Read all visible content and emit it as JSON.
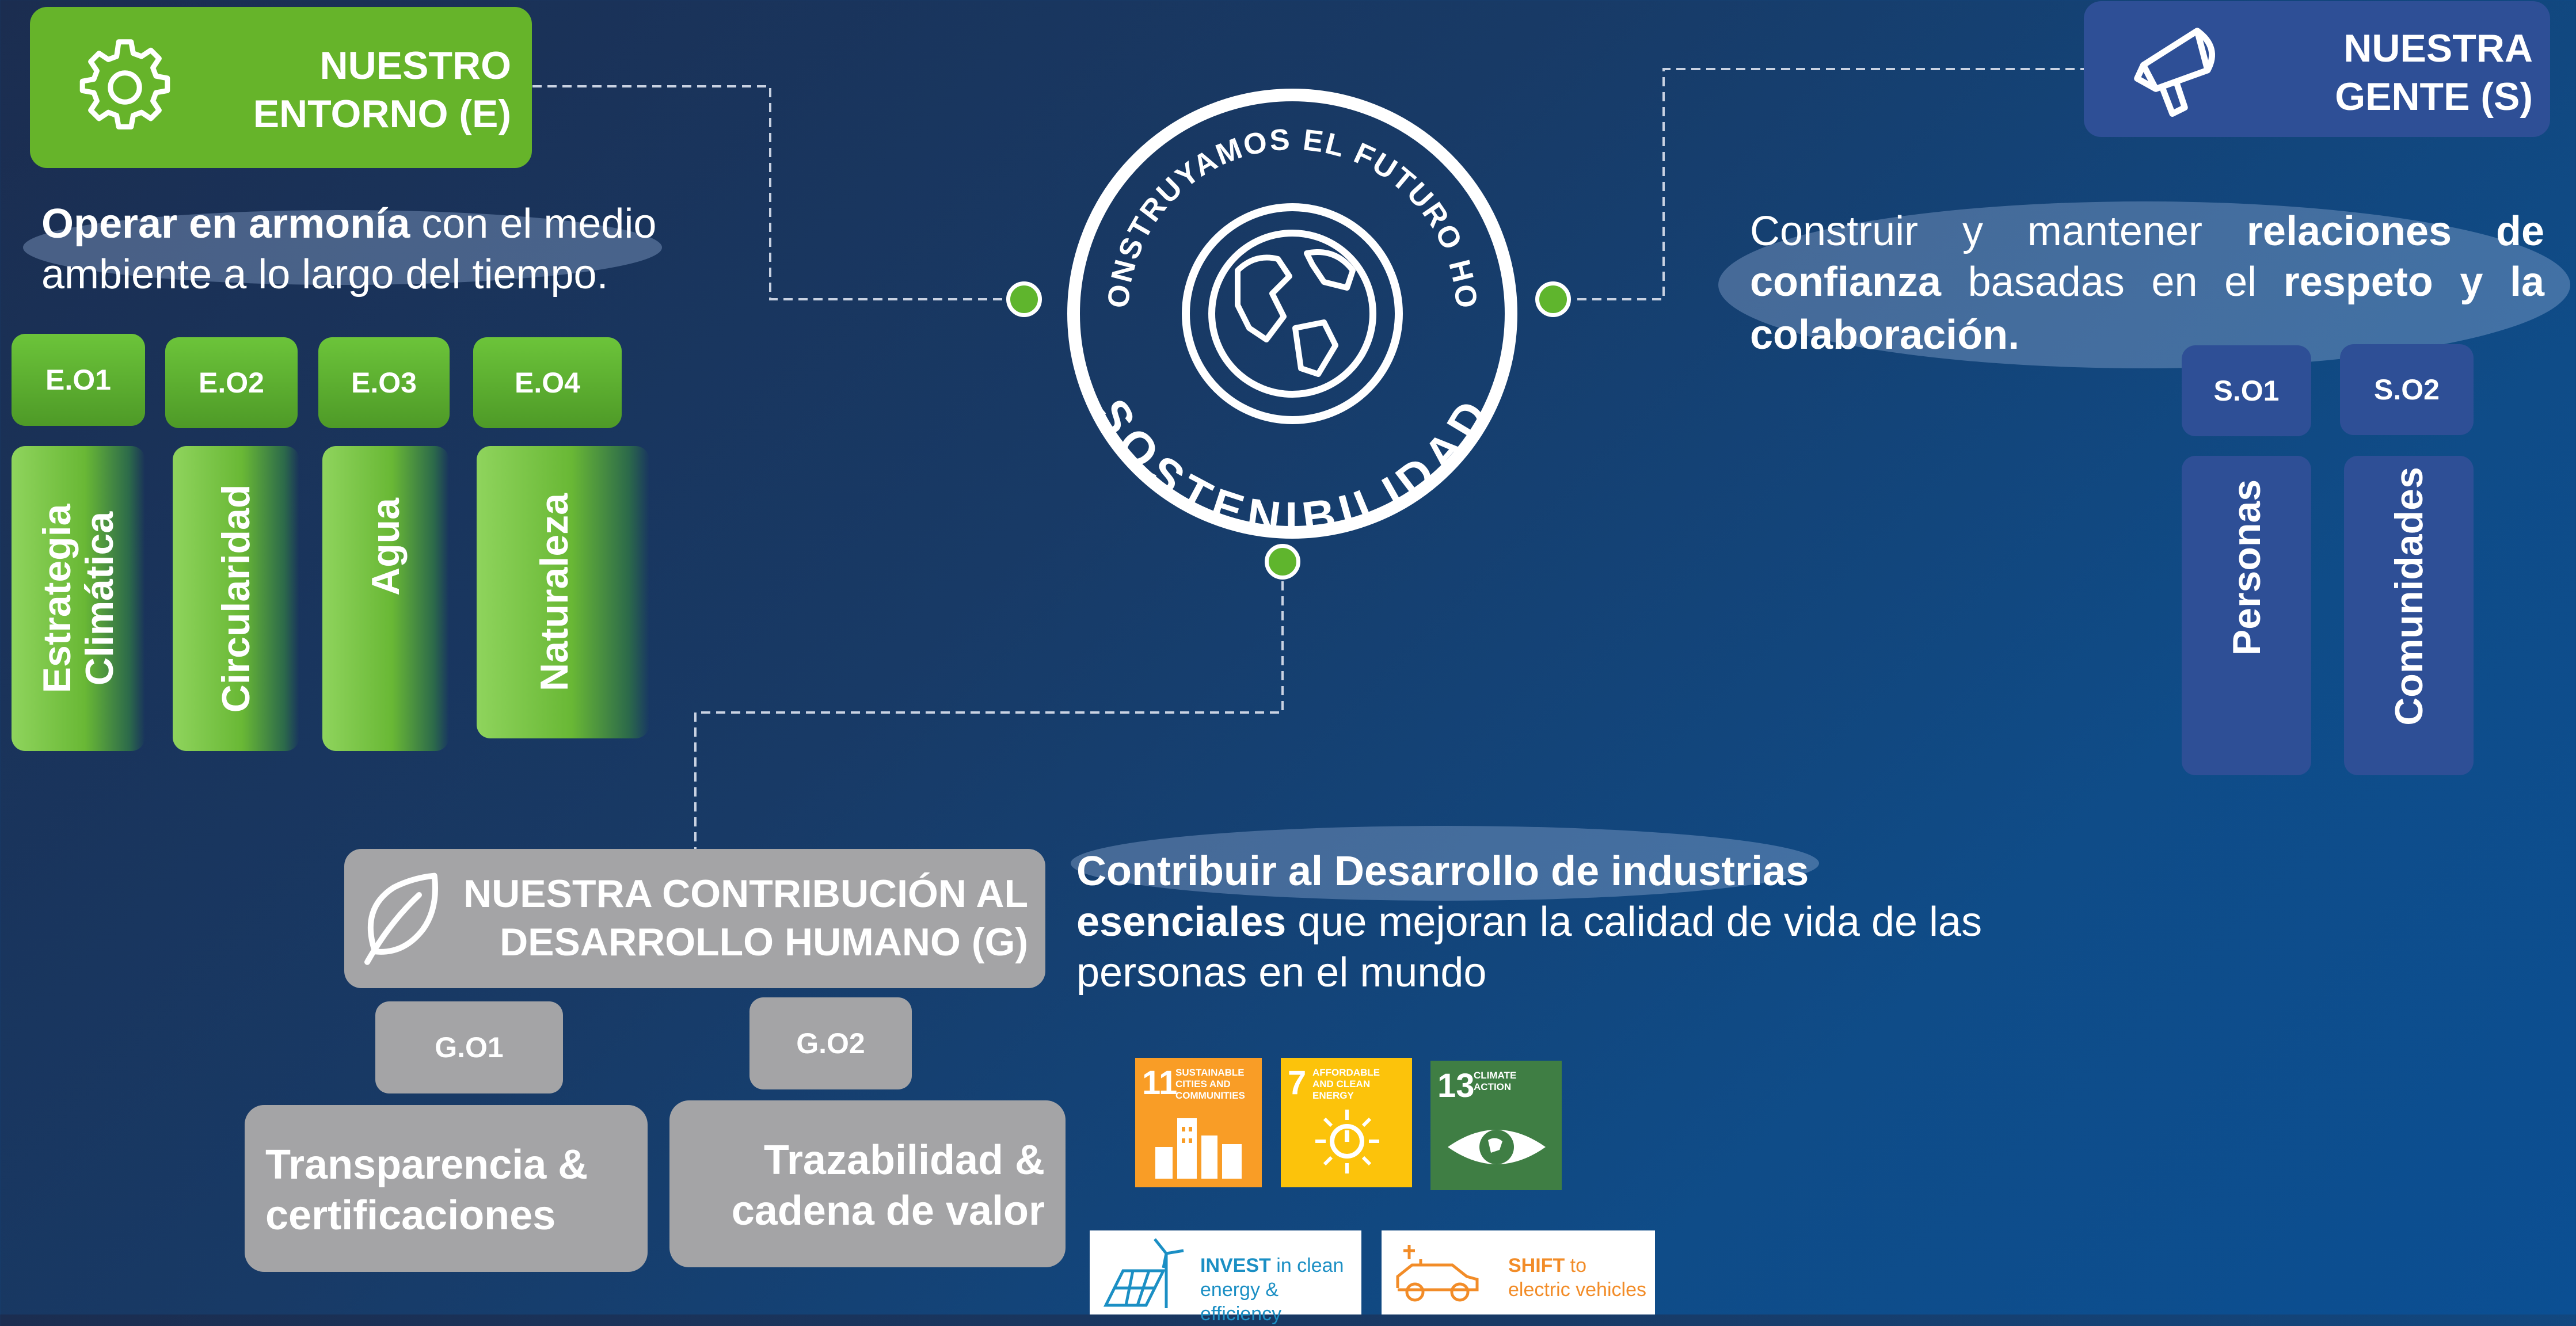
{
  "emblem": {
    "top_text": "CONSTRUYAMOS EL FUTURO HOY",
    "bottom_text": "SOSTENIBILIDAD",
    "icon": "globe-icon"
  },
  "environment": {
    "title_line1": "NUESTRO",
    "title_line2": "ENTORNO (E)",
    "icon": "gear-icon",
    "desc_bold": "Operar en armonía",
    "desc_rest1": " con el medio",
    "desc_line2": "ambiente a lo largo del tiempo.",
    "codes": [
      "E.O1",
      "E.O2",
      "E.O3",
      "E.O4"
    ],
    "pillars": [
      {
        "line1": "Estrategia",
        "line2": "Climática"
      },
      {
        "line1": "Circularidad",
        "line2": ""
      },
      {
        "line1": "Agua",
        "line2": ""
      },
      {
        "line1": "Naturaleza",
        "line2": ""
      }
    ],
    "color": "#66b42a"
  },
  "social": {
    "title_line1": "NUESTRA",
    "title_line2": "GENTE (S)",
    "icon": "megaphone-icon",
    "desc_a": "Construir y mantener ",
    "desc_b": "relaciones de",
    "desc_c": "confianza",
    "desc_d": " basadas en el ",
    "desc_e": "respeto y la",
    "desc_f": "colaboración.",
    "codes": [
      "S.O1",
      "S.O2"
    ],
    "pillars": [
      "Personas",
      "Comunidades"
    ],
    "color": "#2e4f96"
  },
  "governance": {
    "title_line1": "NUESTRA CONTRIBUCIÓN AL",
    "title_line2": "DESARROLLO HUMANO (G)",
    "icon": "leaf-icon",
    "desc_bold1": "Contribuir al Desarrollo de industrias",
    "desc_bold2": "esenciales",
    "desc_rest2": " que mejoran la calidad de vida de las",
    "desc_line3": "personas en el mundo",
    "codes": [
      "G.O1",
      "G.O2"
    ],
    "boxes": [
      {
        "line1": "Transparencia &",
        "line2": "certificaciones"
      },
      {
        "line1": "Trazabilidad &",
        "line2": "cadena de valor"
      }
    ],
    "color": "#a4a4a6"
  },
  "sdgs": [
    {
      "number": "11",
      "label": "SUSTAINABLE CITIES AND COMMUNITIES",
      "color": "#f99d26",
      "icon": "city-icon"
    },
    {
      "number": "7",
      "label": "AFFORDABLE AND CLEAN ENERGY",
      "color": "#fcc30b",
      "icon": "sun-power-icon"
    },
    {
      "number": "13",
      "label": "CLIMATE ACTION",
      "color": "#3f7e44",
      "icon": "eye-globe-icon"
    }
  ],
  "ghg_badges": [
    {
      "bold": "INVEST",
      "rest1": " in clean",
      "line2": "energy & efficiency",
      "color": "#1b8fc4",
      "icon": "solar-wind-icon"
    },
    {
      "bold": "SHIFT",
      "rest1": " to",
      "line2": "electric vehicles",
      "color": "#f28c28",
      "icon": "electric-car-icon"
    }
  ]
}
